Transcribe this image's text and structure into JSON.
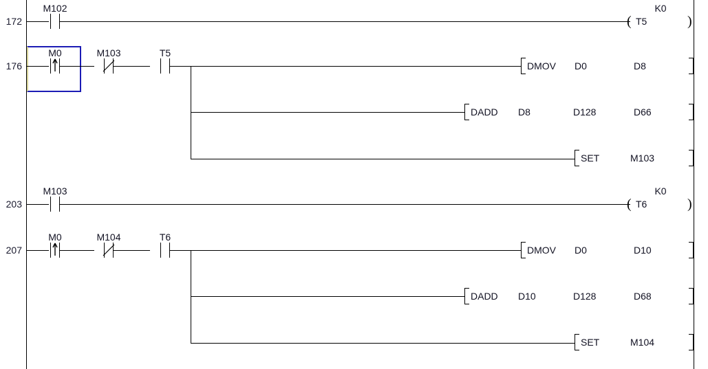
{
  "editor": {
    "title": "Ladder Program Editor",
    "rail_color": "#000000",
    "text_color": "#111122",
    "selection_color": "#1b1bb5",
    "background": "#ffffff"
  },
  "rungs": [
    {
      "number": "172",
      "inputs": [
        {
          "label": "M102",
          "type": "contact-no"
        }
      ],
      "outputs": [
        {
          "type": "timer-coil",
          "device": "T5",
          "preset": "K0"
        }
      ]
    },
    {
      "number": "176",
      "selected": true,
      "inputs": [
        {
          "label": "M0",
          "type": "contact-rising"
        },
        {
          "label": "M103",
          "type": "contact-nc"
        },
        {
          "label": "T5",
          "type": "contact-no"
        }
      ],
      "outputs": [
        {
          "type": "instruction",
          "mnemonic": "DMOV",
          "operands": [
            "D0",
            "D8"
          ]
        },
        {
          "type": "instruction",
          "mnemonic": "DADD",
          "operands": [
            "D8",
            "D128",
            "D66"
          ]
        },
        {
          "type": "instruction",
          "mnemonic": "SET",
          "operands": [
            "M103"
          ]
        }
      ]
    },
    {
      "number": "203",
      "inputs": [
        {
          "label": "M103",
          "type": "contact-no"
        }
      ],
      "outputs": [
        {
          "type": "timer-coil",
          "device": "T6",
          "preset": "K0"
        }
      ]
    },
    {
      "number": "207",
      "inputs": [
        {
          "label": "M0",
          "type": "contact-rising"
        },
        {
          "label": "M104",
          "type": "contact-nc"
        },
        {
          "label": "T6",
          "type": "contact-no"
        }
      ],
      "outputs": [
        {
          "type": "instruction",
          "mnemonic": "DMOV",
          "operands": [
            "D0",
            "D10"
          ]
        },
        {
          "type": "instruction",
          "mnemonic": "DADD",
          "operands": [
            "D10",
            "D128",
            "D68"
          ]
        },
        {
          "type": "instruction",
          "mnemonic": "SET",
          "operands": [
            "M104"
          ]
        }
      ]
    }
  ],
  "glyphs": {
    "coil_open": "(",
    "coil_close": ")"
  }
}
